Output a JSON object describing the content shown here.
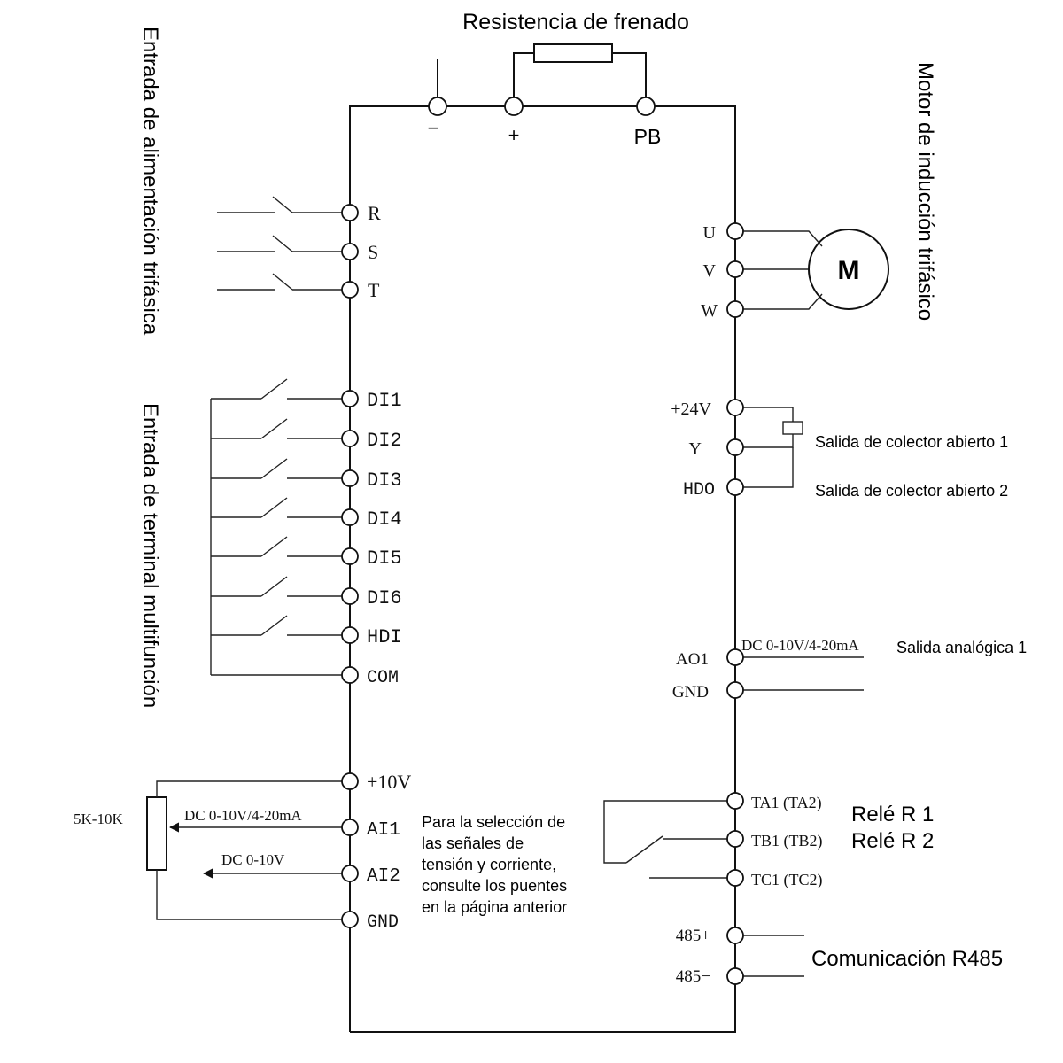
{
  "labels": {
    "brake_resistor": "Resistencia de frenado",
    "power_input": "Entrada de alimentación trifásica",
    "terminal_input": "Entrada de terminal multifunción",
    "motor": "Motor de inducción trifásico",
    "motor_symbol": "M",
    "open_collector_1": "Salida de colector abierto 1",
    "open_collector_2": "Salida de colector abierto 2",
    "analog_output": "Salida analógica 1",
    "relay_1": "Relé R 1",
    "relay_2": "Relé R 2",
    "rs485": "Comunicación R485",
    "jumper_note": [
      "Para la selección de",
      "las señales de",
      "tensión y corriente,",
      "consulte los puentes",
      "en la página anterior"
    ],
    "pot": "5K-10K",
    "ai1_signal": "DC 0-10V/4-20mA",
    "ai2_signal": "DC 0-10V",
    "ao1_signal": "DC 0-10V/4-20mA"
  },
  "terminals": {
    "dc_bus": [
      "−",
      "+",
      "PB"
    ],
    "power": [
      "R",
      "S",
      "T"
    ],
    "digital_inputs": [
      "DI1",
      "DI2",
      "DI3",
      "DI4",
      "DI5",
      "DI6",
      "HDI",
      "COM"
    ],
    "analog_inputs": [
      "+10V",
      "AI1",
      "AI2",
      "GND"
    ],
    "motor": [
      "U",
      "V",
      "W"
    ],
    "open_collector": [
      "+24V",
      "Y",
      "HDO"
    ],
    "analog_out": [
      "AO1",
      "GND"
    ],
    "relay": [
      "TA1 (TA2)",
      "TB1 (TB2)",
      "TC1 (TC2)"
    ],
    "comm": [
      "485+",
      "485−"
    ]
  }
}
